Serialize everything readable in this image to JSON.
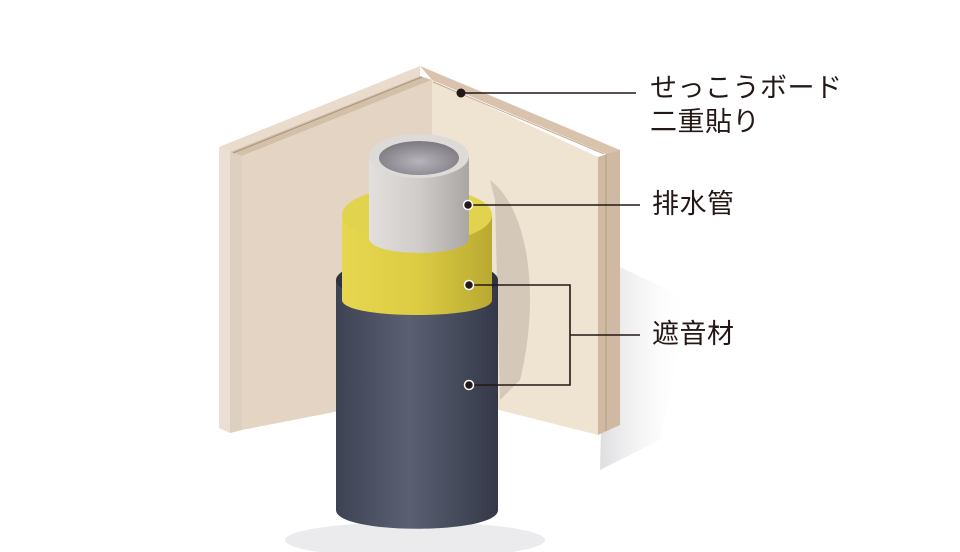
{
  "diagram": {
    "subject": "soundproofed drain pipe installed in wall corner",
    "labels": [
      {
        "id": "gypsum",
        "lines": [
          "せっこうボード",
          "二重貼り"
        ]
      },
      {
        "id": "drain_pipe",
        "lines": [
          "排水管"
        ]
      },
      {
        "id": "sound_insulation",
        "lines": [
          "遮音材"
        ]
      }
    ],
    "colors": {
      "board_edge": "#d9c3ad",
      "board_face_left": "#e6d5c2",
      "board_face_right": "#efe3d0",
      "pipe": "#cfcbc8",
      "yellow_layer": "#dccd45",
      "dark_wrap": "#4a4f60",
      "leader_line": "#231815"
    }
  }
}
